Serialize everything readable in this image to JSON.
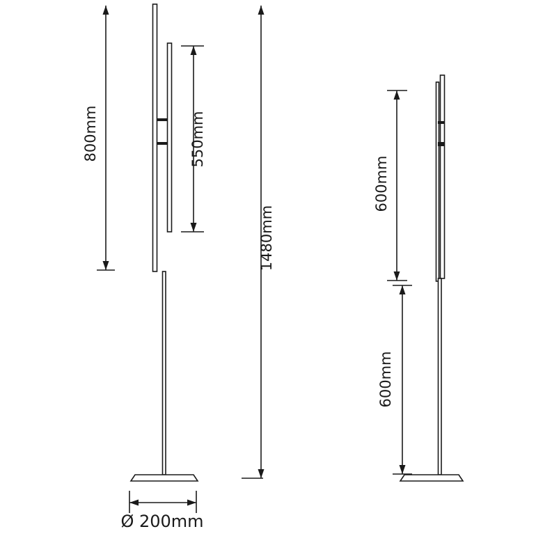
{
  "colors": {
    "line": "#1a1a1a",
    "background": "#ffffff"
  },
  "drawing": {
    "type": "technical-dimension-drawing",
    "subject": "floor-lamp-two-views",
    "views": {
      "front": {
        "dimensions": {
          "upper_bar": "800mm",
          "second_bar": "550mm",
          "total_height": "1480mm",
          "base_diameter": "Ø 200mm"
        }
      },
      "side": {
        "dimensions": {
          "upper_section": "600mm",
          "lower_section": "600mm"
        }
      }
    }
  }
}
